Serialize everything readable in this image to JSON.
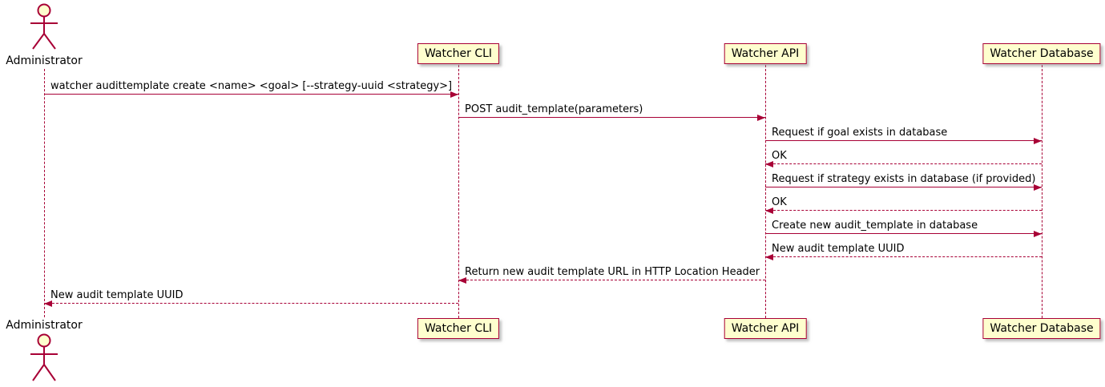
{
  "diagram": {
    "type": "sequence-diagram",
    "actor": {
      "label": "Administrator"
    },
    "participants": [
      {
        "label": "Watcher CLI"
      },
      {
        "label": "Watcher API"
      },
      {
        "label": "Watcher Database"
      }
    ],
    "messages": [
      {
        "from": "Administrator",
        "to": "Watcher CLI",
        "line": "solid",
        "text": "watcher audittemplate create <name> <goal> [--strategy-uuid <strategy>]"
      },
      {
        "from": "Watcher CLI",
        "to": "Watcher API",
        "line": "solid",
        "text": "POST audit_template(parameters)"
      },
      {
        "from": "Watcher API",
        "to": "Watcher Database",
        "line": "solid",
        "text": "Request if goal exists in database"
      },
      {
        "from": "Watcher Database",
        "to": "Watcher API",
        "line": "dashed",
        "text": "OK"
      },
      {
        "from": "Watcher API",
        "to": "Watcher Database",
        "line": "solid",
        "text": "Request if strategy exists in database (if provided)"
      },
      {
        "from": "Watcher Database",
        "to": "Watcher API",
        "line": "dashed",
        "text": "OK"
      },
      {
        "from": "Watcher API",
        "to": "Watcher Database",
        "line": "solid",
        "text": "Create new audit_template in database"
      },
      {
        "from": "Watcher Database",
        "to": "Watcher API",
        "line": "dashed",
        "text": "New audit template UUID"
      },
      {
        "from": "Watcher API",
        "to": "Watcher CLI",
        "line": "dashed",
        "text": "Return new audit template URL in HTTP Location Header"
      },
      {
        "from": "Watcher CLI",
        "to": "Administrator",
        "line": "dashed",
        "text": "New audit template UUID"
      }
    ],
    "colors": {
      "accent": "#A80036",
      "participant_bg": "#FEFECE",
      "text": "#000000",
      "background": "#FFFFFF"
    }
  }
}
